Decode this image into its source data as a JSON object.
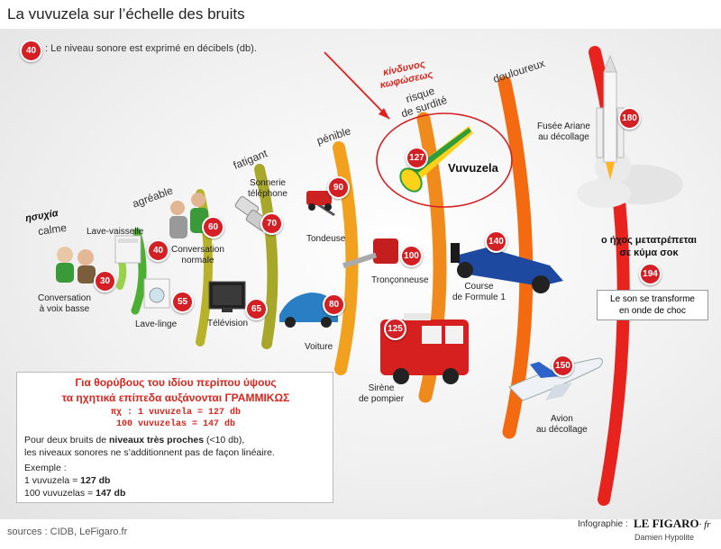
{
  "title": "La vuvuzela sur l’échelle des bruits",
  "legend": {
    "badge": "40",
    "text": ": Le niveau sonore est exprimé en décibels (db)."
  },
  "categories": {
    "calme": "calme",
    "agreable": "agréable",
    "fatigant": "fatigant",
    "penible": "pénible",
    "risque": [
      "risque",
      "de surdité"
    ],
    "douloureux": "douloureux"
  },
  "greek": {
    "calm": "ησυχία",
    "deafness": [
      "κίνδυνος",
      "κωφώσεως"
    ],
    "shock": [
      "ο ήχος μετατρέπεται",
      "σε κύμα σοκ"
    ]
  },
  "items": {
    "conversation_basse": {
      "label": [
        "Conversation",
        "à voix basse"
      ],
      "db": "30"
    },
    "lave_vaisselle": {
      "label": [
        "Lave-vaisselle"
      ],
      "db": "40"
    },
    "lave_linge": {
      "label": [
        "Lave-linge"
      ],
      "db": "55"
    },
    "conversation_normale": {
      "label": [
        "Conversation",
        "normale"
      ],
      "db": "60"
    },
    "television": {
      "label": [
        "Télévision"
      ],
      "db": "65"
    },
    "sonnerie": {
      "label": [
        "Sonnerie",
        "téléphone"
      ],
      "db": "70"
    },
    "voiture": {
      "label": [
        "Voiture"
      ],
      "db": "80"
    },
    "tondeuse": {
      "label": [
        "Tondeuse"
      ],
      "db": "90"
    },
    "tronconneuse": {
      "label": [
        "Tronçonneuse"
      ],
      "db": "100"
    },
    "sirene": {
      "label": [
        "Sirène",
        "de pompier"
      ],
      "db": "125"
    },
    "vuvuzela": {
      "label": [
        "Vuvuzela"
      ],
      "db": "127"
    },
    "formule1": {
      "label": [
        "Course",
        "de Formule 1"
      ],
      "db": "140"
    },
    "avion": {
      "label": [
        "Avion",
        "au décollage"
      ],
      "db": "150"
    },
    "fusee": {
      "label": [
        "Fusée Ariane",
        "au décollage"
      ],
      "db": "180"
    },
    "onde_choc": {
      "label": [
        "Le son se transforme",
        "en onde de choc"
      ],
      "db": "194"
    }
  },
  "info_box": {
    "greek_line1": "Για θορύβους του ιδίου περίπου ύψους",
    "greek_line2": "τα ηχητικά επίπεδα αυξάνονται ΓΡΑΜΜΙΚΩΣ",
    "greek_line3": "πχ : 1 vuvuzela = 127 db",
    "greek_line4": "100  vuvuzelas = 147 db",
    "line1_pre": "Pour deux bruits de",
    "line1_bold": "niveaux très proches",
    "line1_post": "(<10 db),",
    "line2": "les niveaux sonores ne s’additionnent pas de façon linéaire.",
    "line3": "Exemple :",
    "line4_pre": "1 vuvuzela =",
    "line4_val": "127 db",
    "line5_pre": "100 vuvuzelas =",
    "line5_val": "147 db"
  },
  "footer": {
    "sources": "sources : CIDB, LeFigaro.fr",
    "infographie": "Infographie :",
    "brand": "LE FIGARO",
    "brand_suffix": "· fr",
    "author": "Damien Hypolite"
  },
  "colors": {
    "badge": "#d41f24",
    "greek": "#d9261c",
    "arc_green_light": "#8cc63f",
    "arc_green": "#4caf32",
    "arc_olive": "#a7a82a",
    "arc_orange": "#f08a1c",
    "arc_deep_orange": "#f36a10",
    "arc_red": "#e8231e"
  }
}
